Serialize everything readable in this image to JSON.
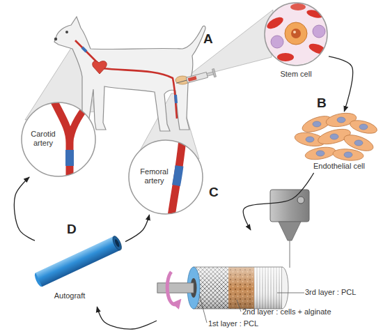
{
  "diagram": {
    "nodes": [
      {
        "text": [
          "Stem cell"
        ]
      },
      {
        "text": [
          "Carotid artery"
        ]
      },
      {
        "text": [
          "Endothelial cell"
        ]
      },
      {
        "text": [
          "Femoral artery"
        ]
      },
      {
        "text": [
          "Autograft"
        ]
      },
      {
        "text": [
          "3rd layer : PCL",
          "2nd layer : cells + alginate",
          "1st layer : PCL"
        ]
      }
    ],
    "edges": [
      {
        "from": 0,
        "to": 2,
        "arrow": "to"
      },
      {
        "from": 2,
        "to": 5,
        "arrow": "to"
      },
      {
        "from": 5,
        "to": 4,
        "arrow": "to"
      },
      {
        "from": 4,
        "to": 3,
        "arrow": "to"
      },
      {
        "from": 4,
        "to": 1,
        "arrow": "to"
      }
    ],
    "labels": [
      "A",
      "B",
      "C",
      "D"
    ]
  }
}
